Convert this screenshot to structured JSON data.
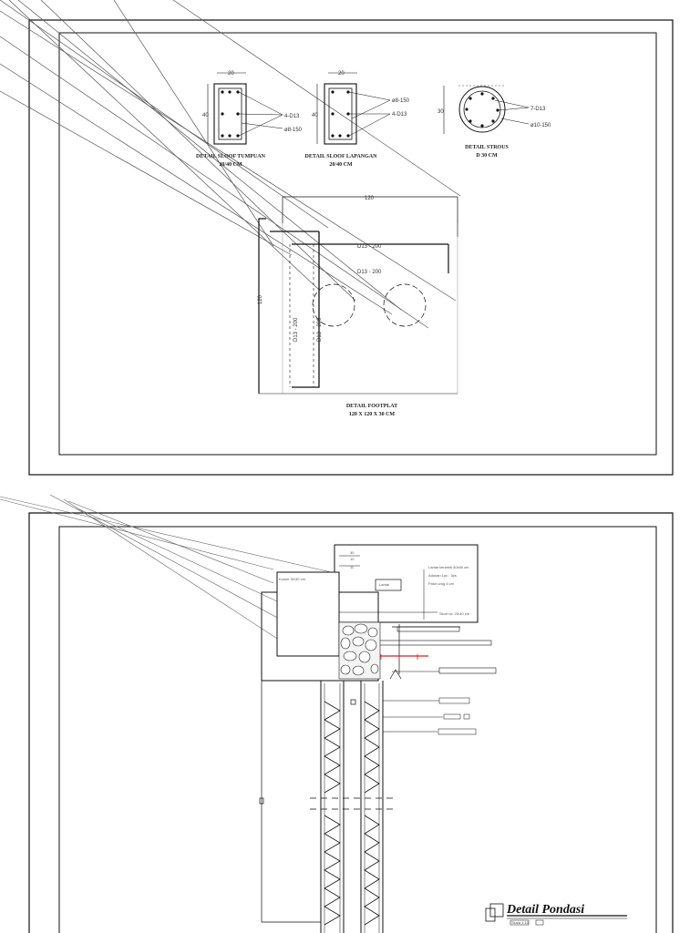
{
  "sheet1": {
    "sloof_tumpuan": {
      "title": "DETAIL SLOOF TUMPUAN",
      "size": "20/40 CM",
      "dim_w": "20",
      "dim_h": "40",
      "rebar_main": "4-D13",
      "rebar_stirrup": "ø8-150"
    },
    "sloof_lapangan": {
      "title": "DETAIL SLOOF LAPANGAN",
      "size": "20/40 CM",
      "dim_w": "20",
      "dim_h": "40",
      "rebar_stirrup": "ø8-150",
      "rebar_main": "4-D13"
    },
    "strous": {
      "title": "DETAIL STROUS",
      "size": "D 30 CM",
      "dim_d": "30",
      "rebar_main": "7-D13",
      "rebar_stirrup": "ø10-150"
    },
    "footplat": {
      "title": "DETAIL FOOTPLAT",
      "size": "120 X 120 X 30 CM",
      "dim_w": "120",
      "dim_h": "120",
      "rebar_top": "D13 - 200",
      "rebar_bottom": "D13 - 200",
      "rebar_left_1": "D13 - 200",
      "rebar_left_2": "D13 - 200"
    }
  },
  "sheet2": {
    "labels": {
      "kolom": "Kolom 30/30 cm",
      "lantai": "Lantai",
      "note_1": "Lantai keramik 40x40 cm",
      "note_2": "Adukan 1pc : 3ps",
      "note_3": "Pasir urug 5 cm",
      "sloof": "Sloof uk. 20/40 cm",
      "dim_1": "30",
      "dim_2": "10",
      "dim_3": "11"
    },
    "title": "Detail Pondasi",
    "scale": "Skala 1:10"
  },
  "colors": {
    "line": "#1a1a1a",
    "construction": "#6e6e6e",
    "accent": "#d42020"
  }
}
